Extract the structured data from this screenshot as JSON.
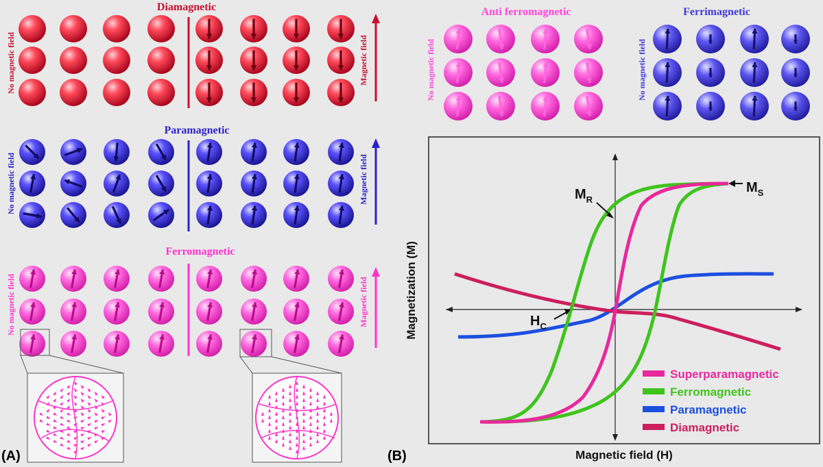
{
  "colors": {
    "dia": "#c8102e",
    "para": "#2a23c8",
    "ferro": "#ff33cc",
    "ferri": "#3f39d8",
    "anti": "#ff44dd",
    "curve_super": "#e8299b",
    "curve_ferro": "#3fc41c",
    "curve_para": "#1b4fe0",
    "curve_dia": "#cc1f5c"
  },
  "panel_a": {
    "diamagnetic_title": "Diamagnetic",
    "paramagnetic_title": "Paramagnetic",
    "ferromagnetic_title": "Ferromagnetic",
    "no_field_label": "No magnetic field",
    "field_label": "Magnetic field",
    "panel_label": "(A)"
  },
  "panel_top_right": {
    "anti_title": "Anti ferromagnetic",
    "ferri_title": "Ferrimagnetic",
    "no_field_label": "No magnetic field"
  },
  "chart": {
    "x_label": "Magnetic field (H)",
    "y_label": "Magnetization (M)",
    "mr_label": "M",
    "mr_sub": "R",
    "ms_label": "M",
    "ms_sub": "S",
    "hc_label": "H",
    "hc_sub": "C",
    "panel_label": "(B)",
    "legend": [
      {
        "label": "Superparamagnetic",
        "color": "#e8299b"
      },
      {
        "label": "Ferromagnetic",
        "color": "#3fc41c"
      },
      {
        "label": "Paramagnetic",
        "color": "#1b4fe0"
      },
      {
        "label": "Diamagnetic",
        "color": "#cc1f5c"
      }
    ]
  }
}
